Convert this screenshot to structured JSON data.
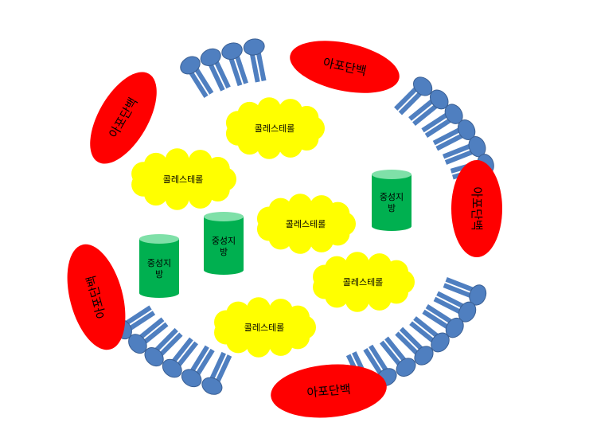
{
  "colors": {
    "phospholipid_fill": "#4f7fc0",
    "phospholipid_stroke": "#3a5f93",
    "apoprotein_fill": "#ff0000",
    "cholesterol_fill": "#ffff00",
    "fat_fill": "#00b050",
    "fat_top": "#7fe0a8"
  },
  "apoproteins": [
    {
      "label": "아포단백"
    },
    {
      "label": "아포단백"
    },
    {
      "label": "아포단백"
    },
    {
      "label": "아포단백"
    },
    {
      "label": "아포단백"
    }
  ],
  "cholesterol": [
    {
      "label": "콜레스테롤"
    },
    {
      "label": "콜레스테롤"
    },
    {
      "label": "콜레스테롤"
    },
    {
      "label": "콜레스테롤"
    },
    {
      "label": "콜레스테롤"
    }
  ],
  "neutral_fat": [
    {
      "line1": "중성지",
      "line2": "방"
    },
    {
      "line1": "중성지",
      "line2": "방"
    },
    {
      "line1": "중성지",
      "line2": "방"
    }
  ],
  "icons": [
    "phospholipid-icon",
    "apoprotein-icon",
    "cholesterol-icon",
    "neutral-fat-icon"
  ]
}
